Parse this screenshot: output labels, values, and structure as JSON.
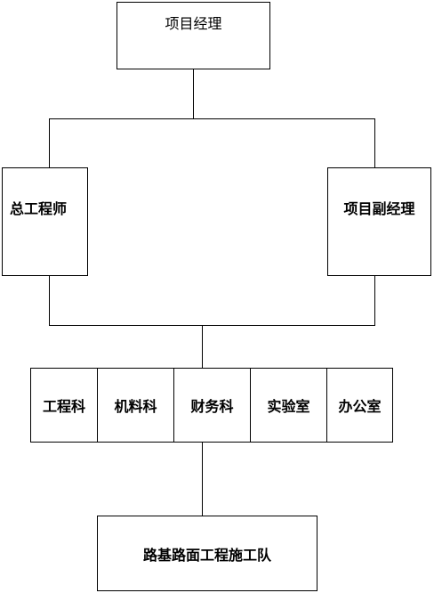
{
  "project_manager": "项目经理",
  "chief_engineer": "总工程师",
  "deputy_project_manager": "项目副经理",
  "departments": [
    "工程科",
    "机料科",
    "财务科",
    "实验室",
    "办公室"
  ],
  "construction_team": "路基路面工程施工队"
}
